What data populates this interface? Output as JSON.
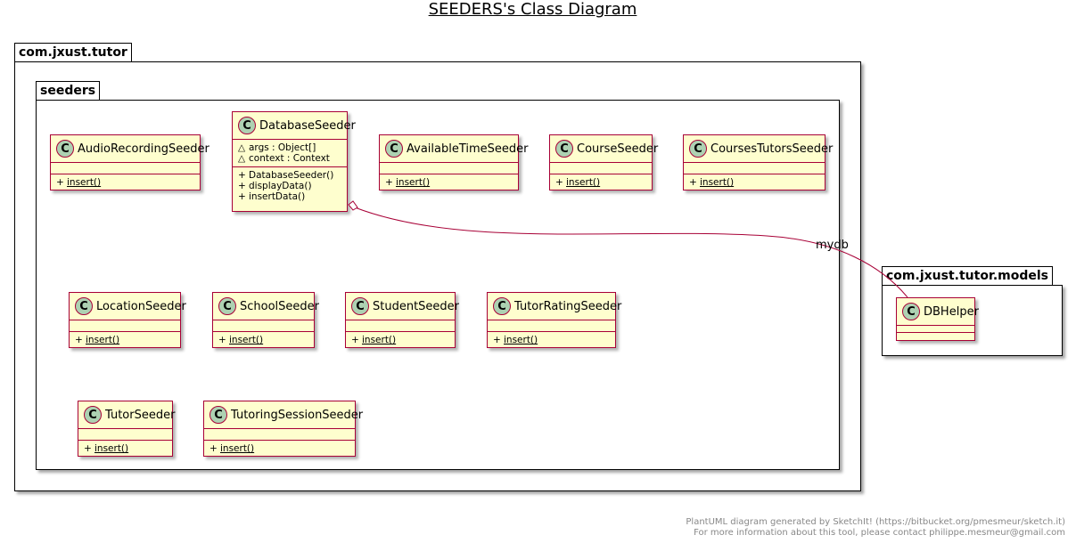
{
  "title": "SEEDERS's Class Diagram",
  "packages": {
    "outer": "com.jxust.tutor",
    "inner": "seeders",
    "models": "com.jxust.tutor.models"
  },
  "stereotype_glyph": "C",
  "classes": {
    "audio": {
      "name": "AudioRecordingSeeder",
      "methods": [
        "insert()"
      ]
    },
    "database": {
      "name": "DatabaseSeeder",
      "fields": [
        "args : Object[]",
        "context : Context"
      ],
      "methods": [
        "DatabaseSeeder()",
        "displayData()",
        "insertData()"
      ]
    },
    "available": {
      "name": "AvailableTimeSeeder",
      "methods": [
        "insert()"
      ]
    },
    "course": {
      "name": "CourseSeeder",
      "methods": [
        "insert()"
      ]
    },
    "coursestutors": {
      "name": "CoursesTutorsSeeder",
      "methods": [
        "insert()"
      ]
    },
    "location": {
      "name": "LocationSeeder",
      "methods": [
        "insert()"
      ]
    },
    "school": {
      "name": "SchoolSeeder",
      "methods": [
        "insert()"
      ]
    },
    "student": {
      "name": "StudentSeeder",
      "methods": [
        "insert()"
      ]
    },
    "tutorrating": {
      "name": "TutorRatingSeeder",
      "methods": [
        "insert()"
      ]
    },
    "tutor": {
      "name": "TutorSeeder",
      "methods": [
        "insert()"
      ]
    },
    "tutoringsession": {
      "name": "TutoringSessionSeeder",
      "methods": [
        "insert()"
      ]
    },
    "dbhelper": {
      "name": "DBHelper"
    }
  },
  "visibility": {
    "public": "+",
    "package": "△"
  },
  "relation_label": "mydb",
  "footer": {
    "line1": "PlantUML diagram generated by SketchIt! (https://bitbucket.org/pmesmeur/sketch.it)",
    "line2": "For more information about this tool, please contact philippe.mesmeur@gmail.com"
  },
  "colors": {
    "class_fill": "#FEFECE",
    "class_border": "#A80036",
    "circle_fill": "#ADD1B2"
  }
}
